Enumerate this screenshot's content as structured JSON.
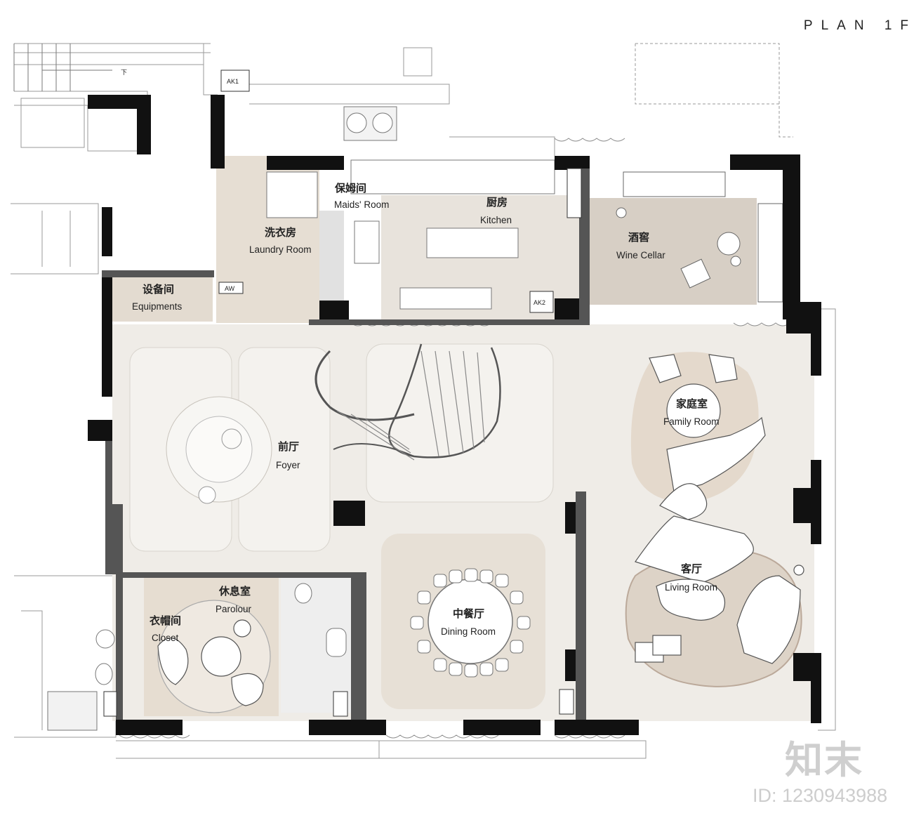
{
  "title": "PLAN 1F",
  "watermark": {
    "brand": "知末",
    "id": "ID: 1230943988"
  },
  "rooms": [
    {
      "key": "maids",
      "zh": "保姆间",
      "en": "Maids' Room"
    },
    {
      "key": "kitchen",
      "zh": "厨房",
      "en": "Kitchen"
    },
    {
      "key": "wine",
      "zh": "酒窖",
      "en": "Wine Cellar"
    },
    {
      "key": "laundry",
      "zh": "洗衣房",
      "en": "Laundry Room"
    },
    {
      "key": "equip",
      "zh": "设备间",
      "en": "Equipments"
    },
    {
      "key": "foyer",
      "zh": "前厅",
      "en": "Foyer"
    },
    {
      "key": "family",
      "zh": "家庭室",
      "en": "Family Room"
    },
    {
      "key": "parlour",
      "zh": "休息室",
      "en": "Parolour"
    },
    {
      "key": "closet",
      "zh": "衣帽间",
      "en": "Closet"
    },
    {
      "key": "dining",
      "zh": "中餐厅",
      "en": "Dining Room"
    },
    {
      "key": "living",
      "zh": "客厅",
      "en": "Living Room"
    }
  ],
  "tags": {
    "ak1": "AK1",
    "ak2": "AK2",
    "aw": "AW",
    "down": "下"
  },
  "colors": {
    "wall": "#111111",
    "floor": "#ece9e4",
    "wood": "#e3dbd0",
    "rug": "#d9cbbb",
    "line": "#888888"
  }
}
